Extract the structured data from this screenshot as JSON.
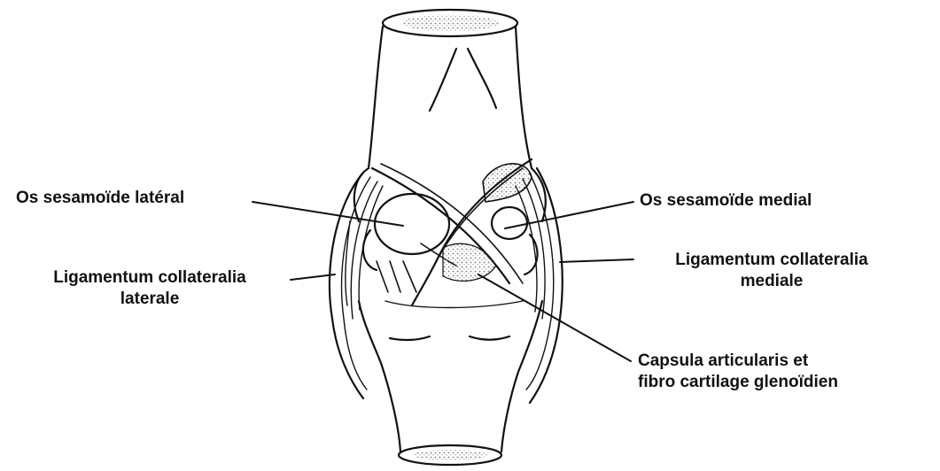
{
  "labels": {
    "sesamoid_lateral": "Os sesamoïde latéral",
    "sesamoid_medial": "Os sesamoïde medial",
    "lig_collateral_lateral_l1": "Ligamentum collateralia",
    "lig_collateral_lateral_l2": "laterale",
    "lig_collateral_medial_l1": "Ligamentum collateralia",
    "lig_collateral_medial_l2": "mediale",
    "capsula_l1": "Capsula articularis et",
    "capsula_l2": "fibro cartilage glenoïdien"
  },
  "colors": {
    "ink": "#111111",
    "background": "#ffffff",
    "stipple": "#777777"
  }
}
